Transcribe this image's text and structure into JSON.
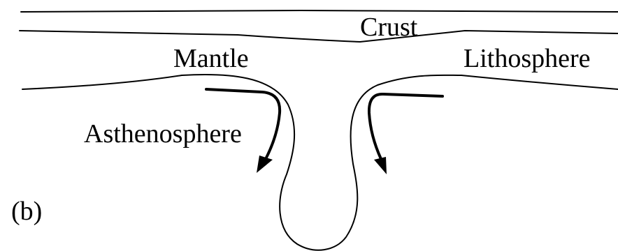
{
  "diagram": {
    "panel_label": "(b)",
    "labels": {
      "crust": "Crust",
      "mantle": "Mantle",
      "lithosphere": "Lithosphere",
      "asthenosphere": "Asthenosphere"
    }
  }
}
